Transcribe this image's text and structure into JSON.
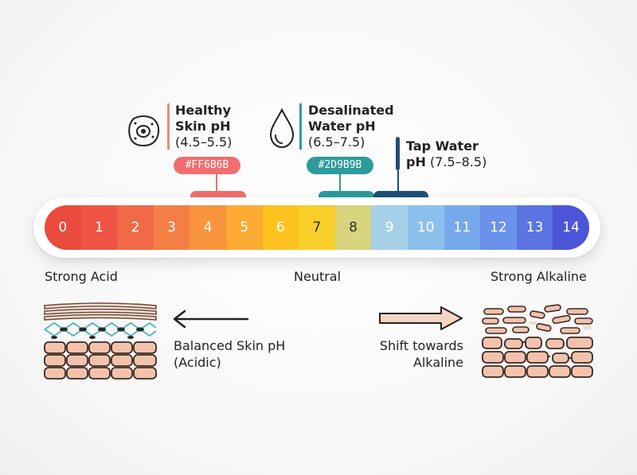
{
  "scale": {
    "segments": [
      {
        "label": "0",
        "color": "#E94B3C"
      },
      {
        "label": "1",
        "color": "#EE5544"
      },
      {
        "label": "2",
        "color": "#F06A48"
      },
      {
        "label": "3",
        "color": "#F47F45"
      },
      {
        "label": "4",
        "color": "#F8953E"
      },
      {
        "label": "5",
        "color": "#FBAA33"
      },
      {
        "label": "6",
        "color": "#FCC21F"
      },
      {
        "label": "7",
        "color": "#F7CE2A"
      },
      {
        "label": "8",
        "color": "#D9D57E"
      },
      {
        "label": "9",
        "color": "#A6D0E8"
      },
      {
        "label": "10",
        "color": "#8CC0EC"
      },
      {
        "label": "11",
        "color": "#76A9EC"
      },
      {
        "label": "12",
        "color": "#6A92EA"
      },
      {
        "label": "13",
        "color": "#5A74E2"
      },
      {
        "label": "14",
        "color": "#4C54D8"
      }
    ],
    "left_label": "Strong Acid",
    "center_label": "Neutral",
    "right_label": "Strong Alkaline"
  },
  "callouts": {
    "skin": {
      "line1": "Healthy",
      "line2": "Skin pH",
      "range": "(4.5–5.5)",
      "hex": "#FF6B6B",
      "color": "#FF6B6B",
      "icon": "skin-cell-icon"
    },
    "desalinated": {
      "line1": "Desalinated",
      "line2": "Water pH",
      "range": "(6.5–7.5)",
      "hex": "#2D9B9B",
      "color": "#2D9B9B",
      "icon": "water-drop-icon"
    },
    "tap": {
      "line1": "Tap Water",
      "line2": "pH",
      "range": "(7.5–8.5)",
      "color": "#1F4E79"
    }
  },
  "bottom": {
    "left_desc_line1": "Balanced Skin pH",
    "left_desc_line2": "(Acidic)",
    "right_desc_line1": "Shift towards",
    "right_desc_line2": "Alkaline",
    "left_icon": "healthy-skin-layers-icon",
    "right_icon": "damaged-skin-layers-icon"
  }
}
